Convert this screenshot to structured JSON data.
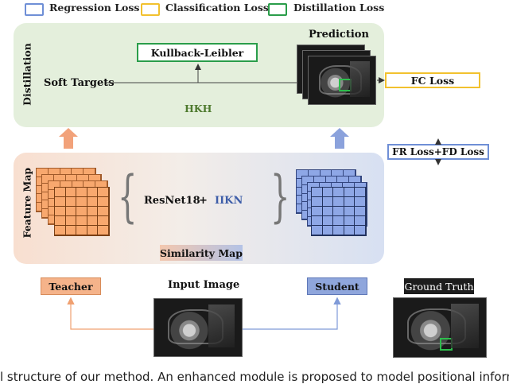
{
  "legend": {
    "regression": {
      "label": "Regression Loss",
      "color": "#6f8fd6"
    },
    "classification": {
      "label": "Classification Loss",
      "color": "#f2c12e"
    },
    "distillation": {
      "label": "Distillation Loss",
      "color": "#2a9d4a"
    }
  },
  "distillation": {
    "panel_label": "Distillation",
    "kl_label": "Kullback-Leibler",
    "soft_targets": "Soft Targets",
    "hkh": "HKH",
    "prediction": "Prediction",
    "fc_loss": "FC Loss"
  },
  "feature": {
    "panel_label": "Feature Map",
    "resnet": "ResNet18",
    "plus": "+",
    "ikn": "IIKN",
    "similarity": "Similarity Map",
    "fr_fd_loss": "FR Loss+FD Loss"
  },
  "bottom": {
    "teacher": "Teacher",
    "input_image": "Input Image",
    "student": "Student",
    "ground_truth": "Ground Truth"
  },
  "colors": {
    "teacher": "#f5b38a",
    "student": "#8fa6dc",
    "similarity": "#b4c3e6",
    "orange_grid": "#f8a86e",
    "blue_grid": "#8ea7e6",
    "hkh_text": "#4e7a2e",
    "ikn_text": "#3d5da8"
  },
  "caption": "l structure of our method. An enhanced module is proposed to model positional informa"
}
